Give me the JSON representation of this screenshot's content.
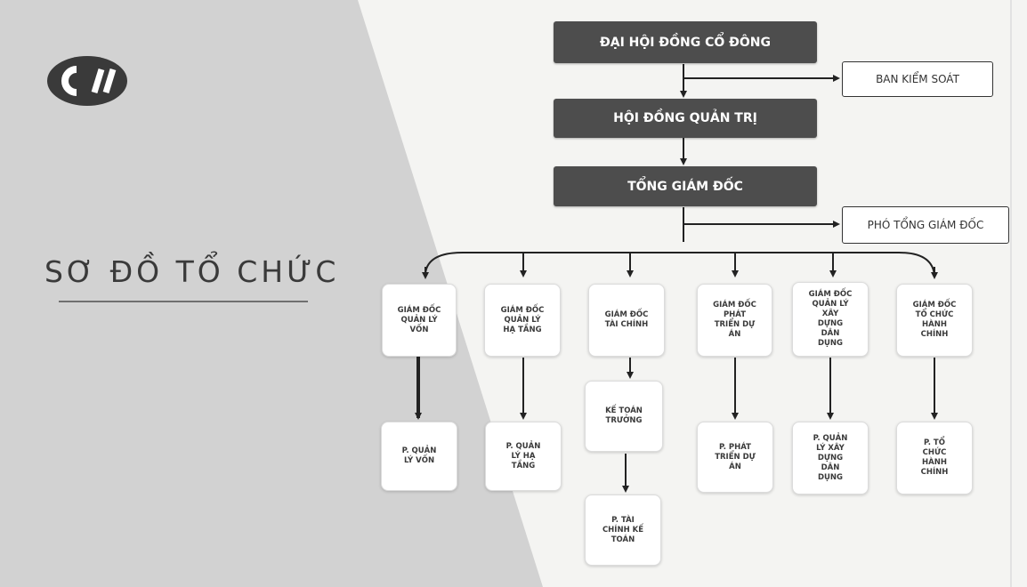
{
  "title": "SƠ ĐỒ TỔ CHỨC",
  "logo_text": "CII",
  "colors": {
    "dark_box": "#4d4d4d",
    "grey_panel": "#d2d2d2",
    "line": "#222222"
  },
  "top_nodes": {
    "shareholders": "ĐẠI HỘI ĐỒNG CỔ ĐÔNG",
    "supervisory": "BAN KIỂM SOÁT",
    "board": "HỘI ĐỒNG QUẢN TRỊ",
    "ceo": "TỔNG GIÁM ĐỐC",
    "deputy_ceo": "PHÓ TỔNG GIÁM ĐỐC"
  },
  "directors": [
    {
      "label": "GIÁM ĐỐC\nQUẢN LÝ\nVỐN",
      "dept": "P. QUẢN\nLÝ VỐN"
    },
    {
      "label": "GIÁM ĐỐC\nQUẢN LÝ\nHẠ TẦNG",
      "dept": "P. QUẢN\nLÝ HẠ\nTẦNG"
    },
    {
      "label": "GIÁM ĐỐC\nTÀI CHÍNH",
      "mid": "KẾ TOÁN\nTRƯỞNG",
      "dept": "P. TÀI\nCHÍNH KẾ\nTOÁN"
    },
    {
      "label": "GIÁM ĐỐC\nPHÁT\nTRIỂN DỰ\nÁN",
      "dept": "P. PHÁT\nTRIỂN DỰ\nÁN"
    },
    {
      "label": "GIÁM ĐỐC\nQUẢN LÝ\nXÂY\nDỰNG\nDÂN\nDỤNG",
      "dept": "P. QUẢN\nLÝ XÂY\nDỰNG\nDÂN\nDỤNG"
    },
    {
      "label": "GIÁM ĐỐC\nTỔ CHỨC\nHÀNH\nCHÍNH",
      "dept": "P. TỔ\nCHỨC\nHÀNH\nCHÍNH"
    }
  ]
}
